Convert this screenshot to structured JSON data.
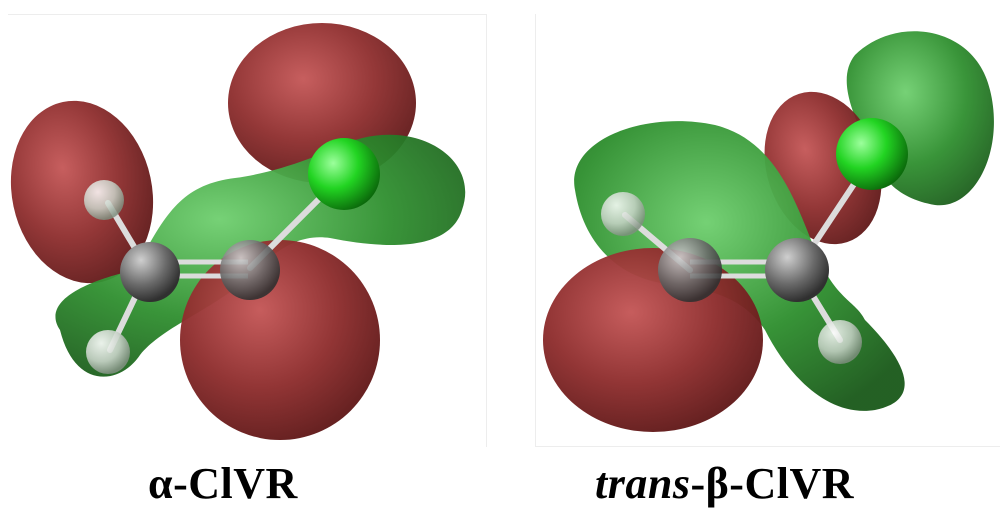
{
  "figures": [
    {
      "id": "alpha",
      "label_prefix": "α",
      "label_italic": "",
      "label_rest": "-ClVR"
    },
    {
      "id": "trans-beta",
      "label_prefix": "",
      "label_italic": "trans",
      "label_rest": "-β-ClVR"
    }
  ],
  "colors": {
    "lobe_red": "#8a2a2a",
    "lobe_red_light": "#b85050",
    "lobe_green": "#2f8a2f",
    "lobe_green_light": "#5fbf5f",
    "chlorine": "#1ed41e",
    "carbon": "#5a5a5a",
    "hydrogen": "#c8d8c8",
    "bond": "#d8d8d8"
  }
}
